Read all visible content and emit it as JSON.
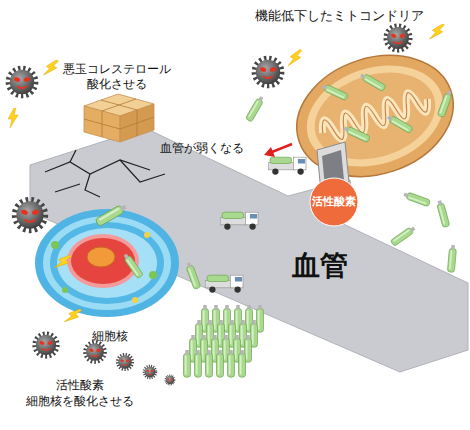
{
  "diagram": {
    "nodes": [
      {
        "text": [
          "機能低下したミトコンドリア"
        ]
      },
      {
        "text": [
          "悪玉コレステロール 酸化させる"
        ]
      },
      {
        "text": [
          "血管"
        ]
      },
      {
        "text": [
          "活性酸素"
        ]
      },
      {
        "text": [
          "細胞核"
        ]
      }
    ],
    "labels": [
      "血管が弱くなる",
      "活性酸素 細胞核を酸化させる"
    ]
  }
}
